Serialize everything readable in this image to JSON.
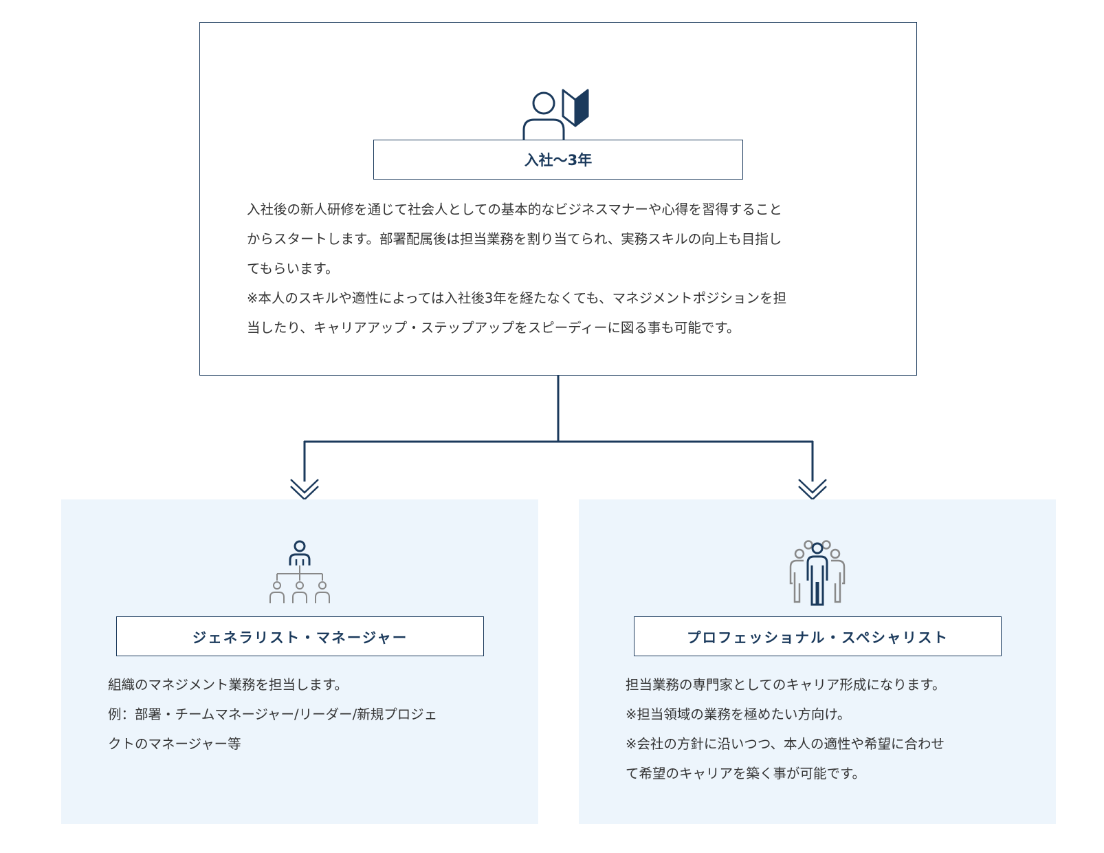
{
  "colors": {
    "accent": "#1b3a5c",
    "text": "#333333",
    "panel_bg": "#edf5fc",
    "icon_gray": "#888888"
  },
  "top": {
    "icon": "beginner-person-icon",
    "label": "入社〜3年",
    "paragraphs": [
      "入社後の新人研修を通じて社会人としての基本的なビジネスマナーや心得を習得すること",
      "からスタートします。部署配属後は担当業務を割り当てられ、実務スキルの向上も目指し",
      "てもらいます。",
      "※本人のスキルや適性によっては入社後3年を経たなくても、マネジメントポジションを担",
      "当したり、キャリアアップ・ステップアップをスピーディーに図る事も可能です。"
    ]
  },
  "paths": [
    {
      "icon": "org-chart-icon",
      "label": "ジェネラリスト・マネージャー",
      "lines": [
        "組織のマネジメント業務を担当します。",
        "例：部署・チームマネージャー/リーダー/新規プロジェ",
        "クトのマネージャー等"
      ]
    },
    {
      "icon": "specialist-group-icon",
      "label": "プロフェッショナル・スペシャリスト",
      "lines": [
        "担当業務の専門家としてのキャリア形成になります。",
        "※担当領域の業務を極めたい方向け。",
        "※会社の方針に沿いつつ、本人の適性や希望に合わせ",
        "て希望のキャリアを築く事が可能です。"
      ]
    }
  ]
}
